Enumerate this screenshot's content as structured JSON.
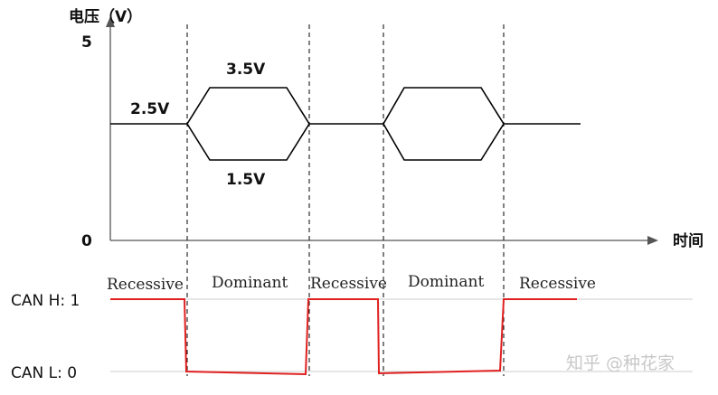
{
  "axes": {
    "y_label": "电压（V）",
    "y_max_label": "5",
    "y_min_label": "0",
    "x_label": "时间"
  },
  "voltages": {
    "recessive": "2.5V",
    "dominant_high": "3.5V",
    "dominant_low": "1.5V"
  },
  "phases": [
    {
      "label": "Recessive"
    },
    {
      "label": "Dominant"
    },
    {
      "label": "Recessive"
    },
    {
      "label": "Dominant"
    },
    {
      "label": "Recessive"
    }
  ],
  "logic": {
    "high_label": "CAN H: 1",
    "low_label": "CAN L: 0"
  },
  "colors": {
    "signal": "#000000",
    "logic": "#e02020",
    "guide": "#000000",
    "level_line": "#cccccc"
  },
  "watermark": "知乎 @种花家"
}
